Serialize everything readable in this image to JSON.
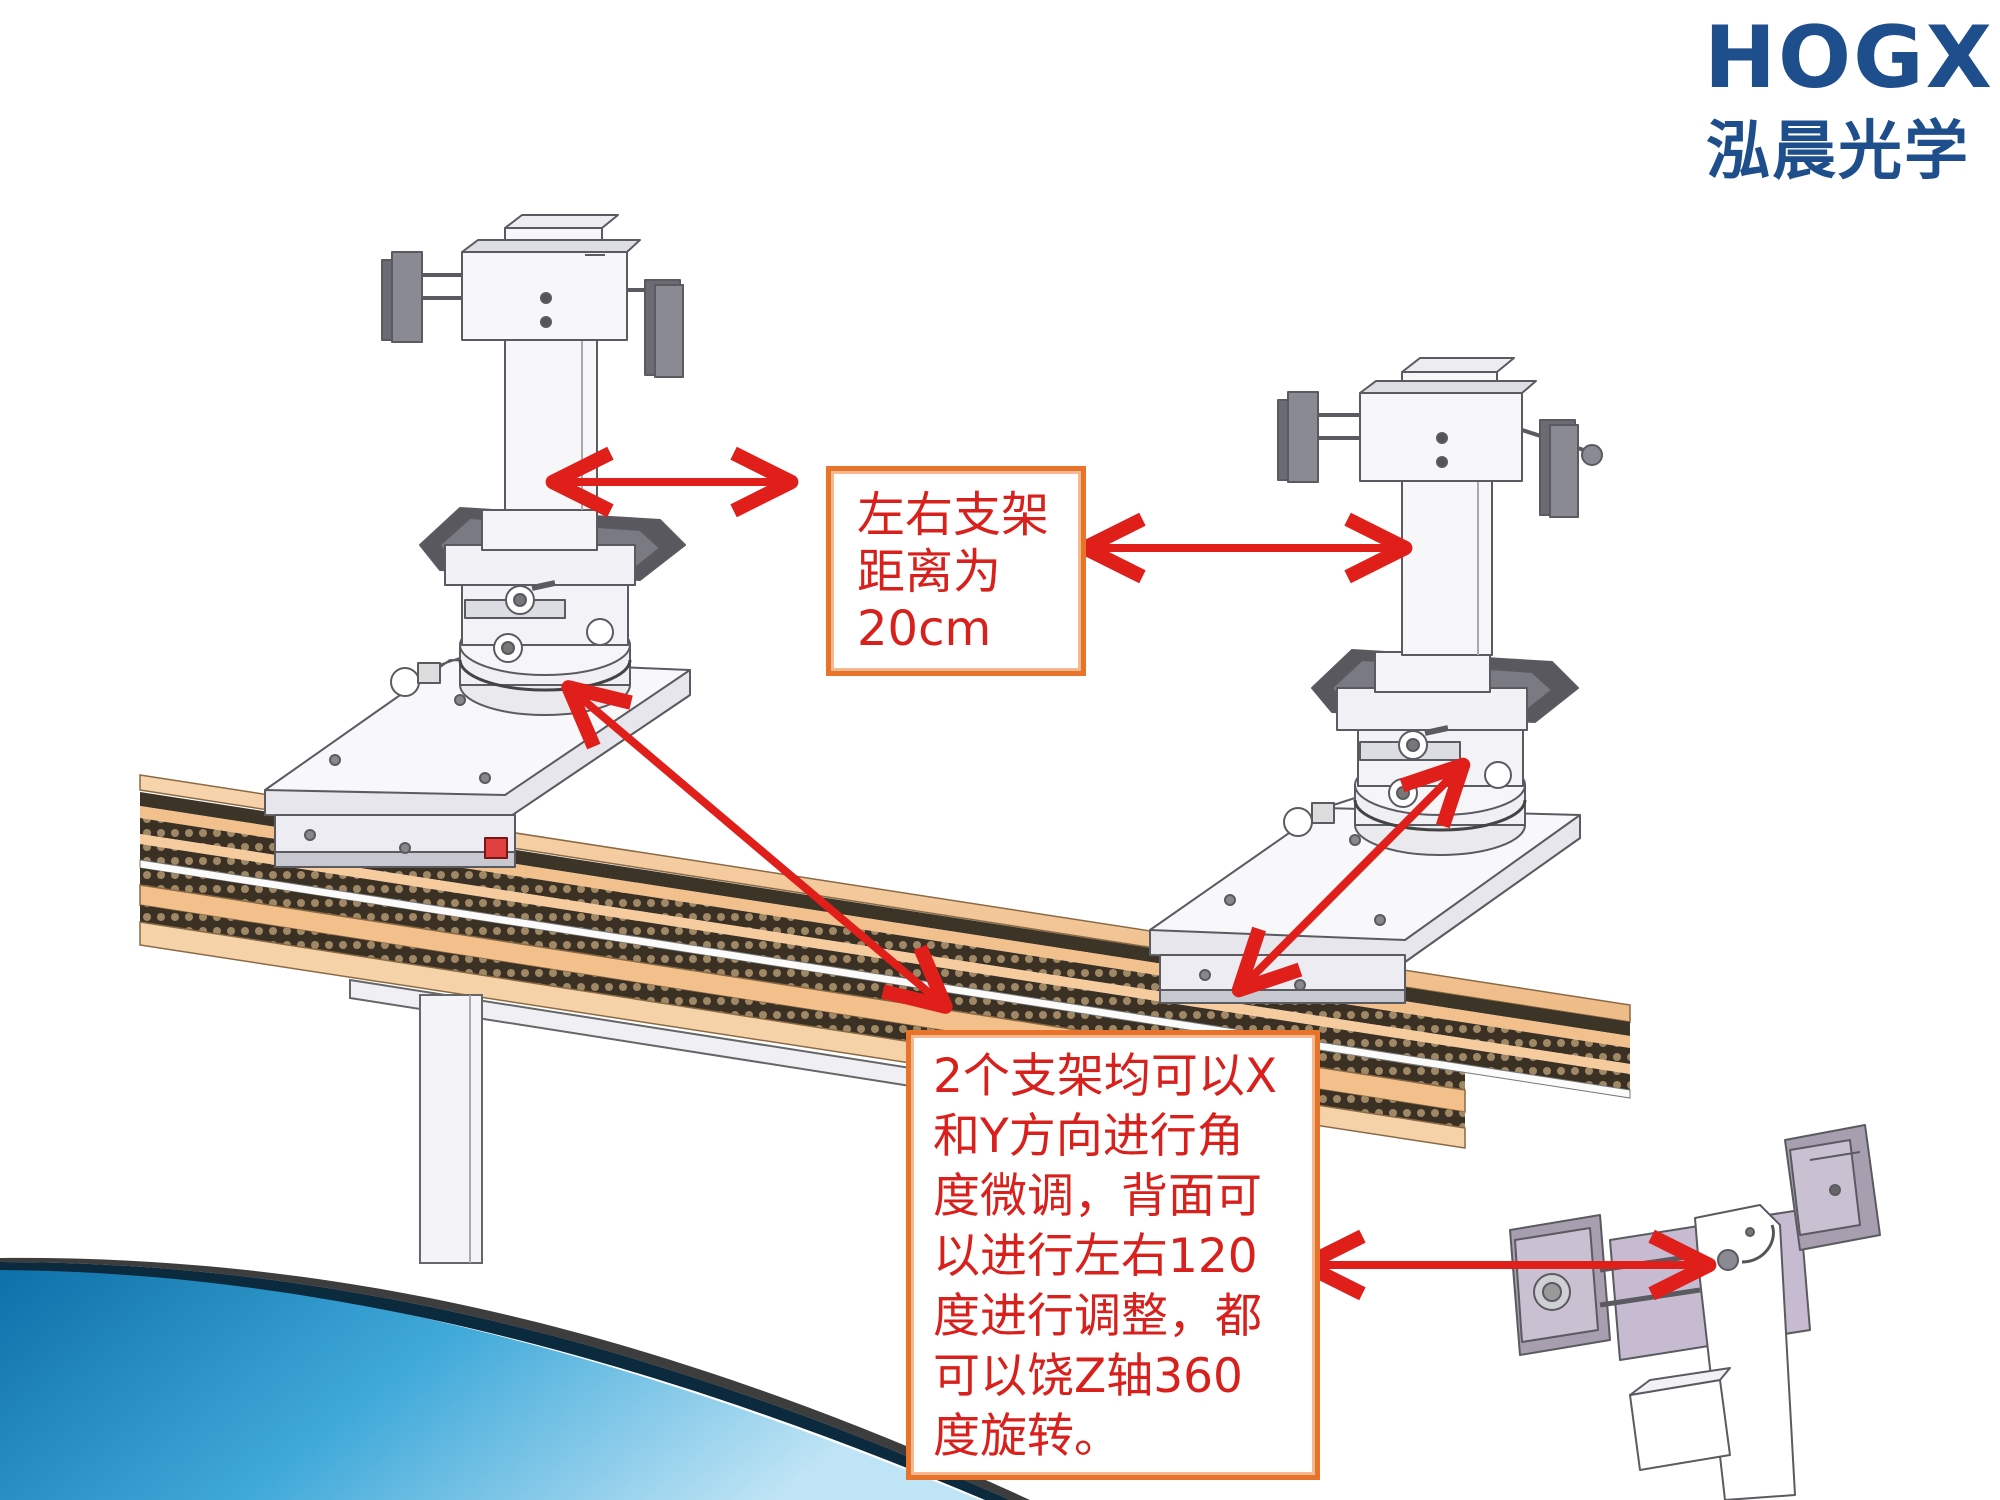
{
  "logo": {
    "latin": "HOGX",
    "chinese": "泓晨光学",
    "brand_color": "#1f4e8c"
  },
  "callouts": {
    "distance": {
      "text": "左右支架\n距离为\n20cm"
    },
    "adjust": {
      "text": "2个支架均可以X\n和Y方向进行角\n度微调，背面可\n以进行左右120\n度进行调整，都\n可以饶Z轴360\n度旋转。"
    }
  },
  "colors": {
    "arrow": "#e01e1a",
    "callout_border": "#e8742c",
    "callout_text": "#d8201c",
    "rail_top": "#f3c79a",
    "rail_dark": "#3c3426",
    "stand_fill": "#f7f7fb",
    "stand_stroke": "#5a5a60",
    "stand_shade": "#bdbdc5",
    "accent_blue": "#1a8cc4"
  }
}
